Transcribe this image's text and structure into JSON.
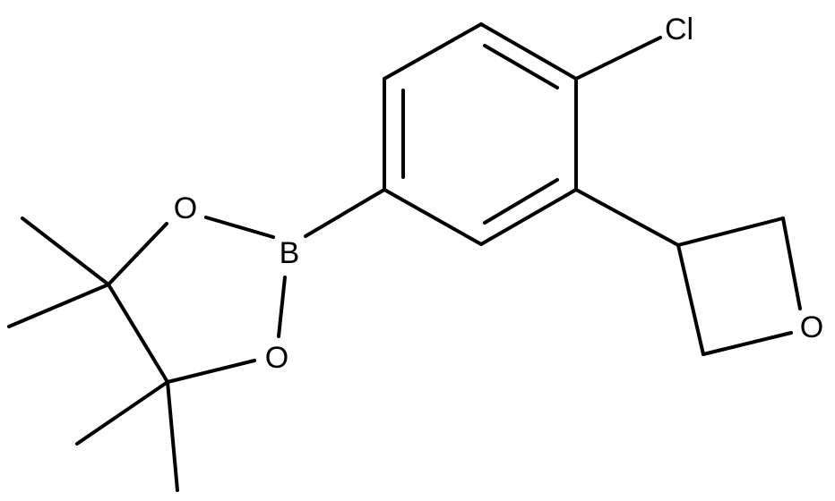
{
  "molecule": {
    "atom_labels": {
      "chlorine": "Cl",
      "boron": "B",
      "ring_oxygen_upper": "O",
      "ring_oxygen_lower": "O",
      "oxetane_oxygen": "O"
    },
    "colors": {
      "bond": "#000000",
      "label": "#000000",
      "background": "#ffffff"
    }
  }
}
